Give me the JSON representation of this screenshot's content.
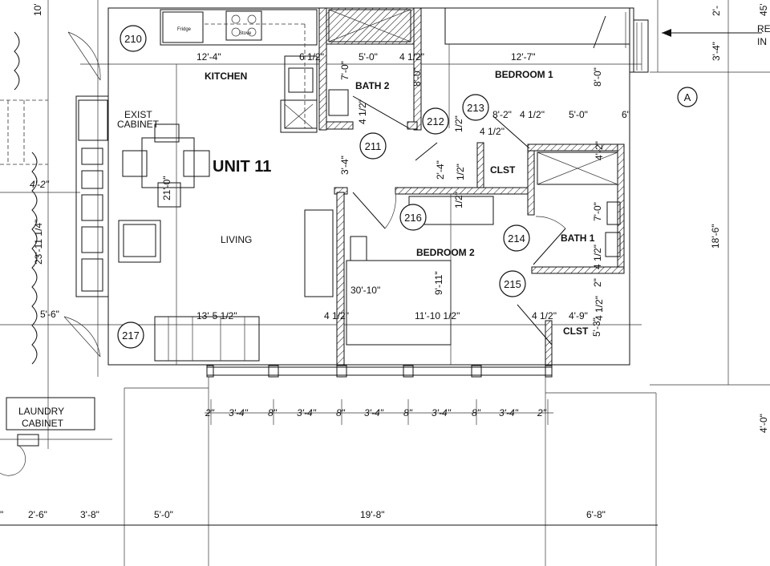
{
  "unit_title": "UNIT 11",
  "rooms": {
    "kitchen": "KITCHEN",
    "bath2": "BATH 2",
    "bedroom1": "BEDROOM 1",
    "bedroom2": "BEDROOM 2",
    "living": "LIVING",
    "bath1": "BATH 1",
    "clst_a": "CLST",
    "clst_b": "CLST"
  },
  "labels": {
    "exist_cabinet_1": "EXIST",
    "exist_cabinet_2": "CABINET",
    "laundry_1": "LAUNDRY",
    "laundry_2": "CABINET",
    "fridge": "Fridge",
    "stove": "Stove",
    "section_marker": "A",
    "ref_1": "RE",
    "ref_2": "IN"
  },
  "door_tags": [
    "210",
    "211",
    "212",
    "213",
    "214",
    "215",
    "216",
    "217"
  ],
  "dims": {
    "d_10": "10'",
    "d_12_4": "12'-4\"",
    "d_6_1_2": "6 1/2\"",
    "d_5_0_a": "5'-0\"",
    "d_4_1_2_a": "4 1/2\"",
    "d_12_7": "12'-7\"",
    "d_7_0_a": "7'-0\"",
    "d_8_0_a": "8'-0\"",
    "d_8_0_b": "8'-0\"",
    "d_3_4_right": "3'-4\"",
    "d_2_top": "2'-",
    "d_45": "45'",
    "d_4_1_2_b": "4 1/2\"",
    "d_8_2": "8'-2\"",
    "d_4_1_2_c": "4 1/2\"",
    "d_5_0_b": "5'-0\"",
    "d_6": "6\"",
    "d_1_2_a": "1/2\"",
    "d_4_1_2_d": "4 1/2\"",
    "d_3_4_mid": "3'-4\"",
    "d_4_2_a": "4'-2\"",
    "d_2_4": "2'-4\"",
    "d_1_2_b": "1/2\"",
    "d_1_2_c": "1/2\"",
    "d_4_2_b": "4'-2\"",
    "d_21_0": "21'-0\"",
    "d_7_0_b": "7'-0\"",
    "d_23_1_4": "23'-11 1/4\"",
    "d_18_6": "18'-6\"",
    "d_4_1_2_e": "4 1/2\"",
    "d_2_a": "2\"",
    "d_30_10": "30'-10\"",
    "d_9_11": "9'-11\"",
    "d_4_1_2_f": "4 1/2\"",
    "d_5_6": "5'-6\"",
    "d_13_5": "13'-5 1/2\"",
    "d_4_1_2_g": "4 1/2\"",
    "d_11_10": "11'-10 1/2\"",
    "d_4_1_2_h": "4 1/2\"",
    "d_4_9": "4'-9\"",
    "d_5_3": "5'-3\"",
    "d_4_0": "4'-0\"",
    "b_2_a": "2\"",
    "b_3_4_a": "3'-4\"",
    "b_8_a": "8\"",
    "b_3_4_b": "3'-4\"",
    "b_8_b": "8\"",
    "b_3_4_c": "3'-4\"",
    "b_8_c": "8\"",
    "b_3_4_d": "3'-4\"",
    "b_8_d": "8\"",
    "b_3_4_e": "3'-4\"",
    "b_2_b": "2\"",
    "f_0": "\"",
    "f_2_6": "2'-6\"",
    "f_3_8": "3'-8\"",
    "f_5_0": "5'-0\"",
    "f_19_8": "19'-8\"",
    "f_6_8": "6'-8\""
  }
}
